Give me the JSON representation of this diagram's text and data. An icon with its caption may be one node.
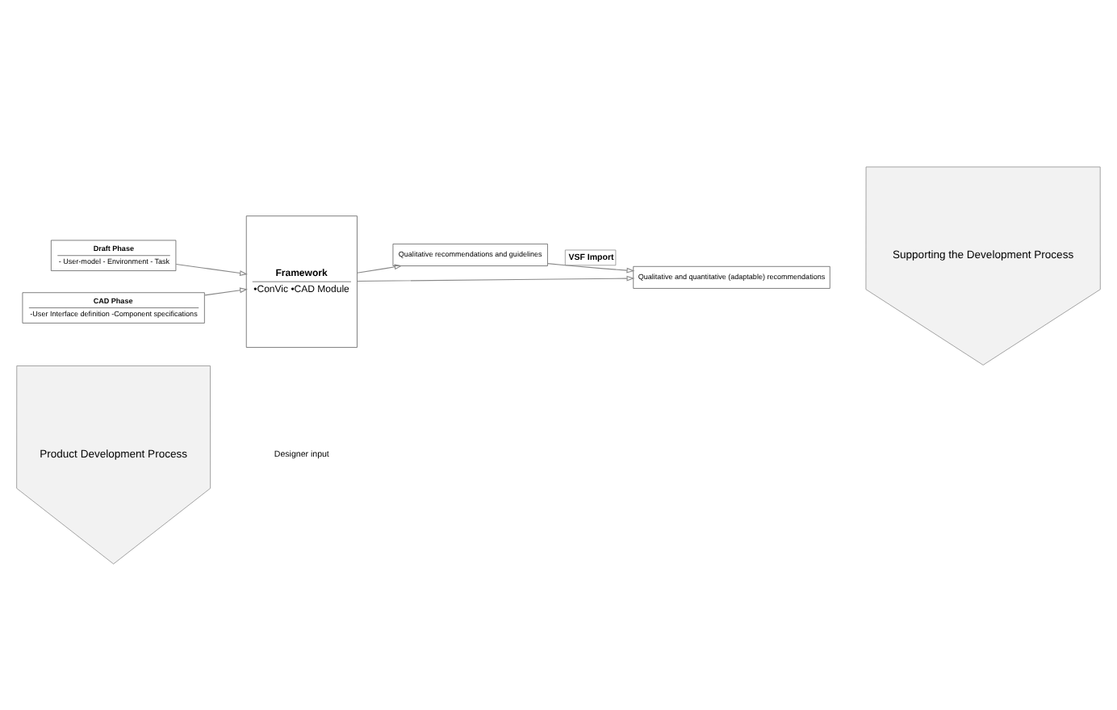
{
  "diagram": {
    "nodes": [
      {
        "text": [
          "Product Development Process"
        ]
      },
      {
        "text": [
          "Draft Phase",
          "- User-model - Environment - Task"
        ]
      },
      {
        "text": [
          "CAD Phase",
          "-User Interface definition -Component specifications"
        ]
      },
      {
        "text": [
          "Framework",
          "•ConVic •CAD Module"
        ]
      },
      {
        "text": [
          "Qualitative recommendations and guidelines"
        ]
      },
      {
        "text": [
          "Qualitative and quantitative (adaptable) recommendations"
        ]
      },
      {
        "text": [
          "Supporting the Development Process"
        ]
      }
    ],
    "edges": [
      {
        "from": 1,
        "to": 3,
        "arrow": "to"
      },
      {
        "from": 2,
        "to": 3,
        "arrow": "to"
      },
      {
        "from": 3,
        "to": 4,
        "arrow": "to"
      },
      {
        "from": 3,
        "to": 5,
        "arrow": "to"
      },
      {
        "from": 4,
        "to": 5,
        "arrow": "to",
        "label": "VSF Import"
      }
    ],
    "labels": [
      "Designer input"
    ]
  }
}
